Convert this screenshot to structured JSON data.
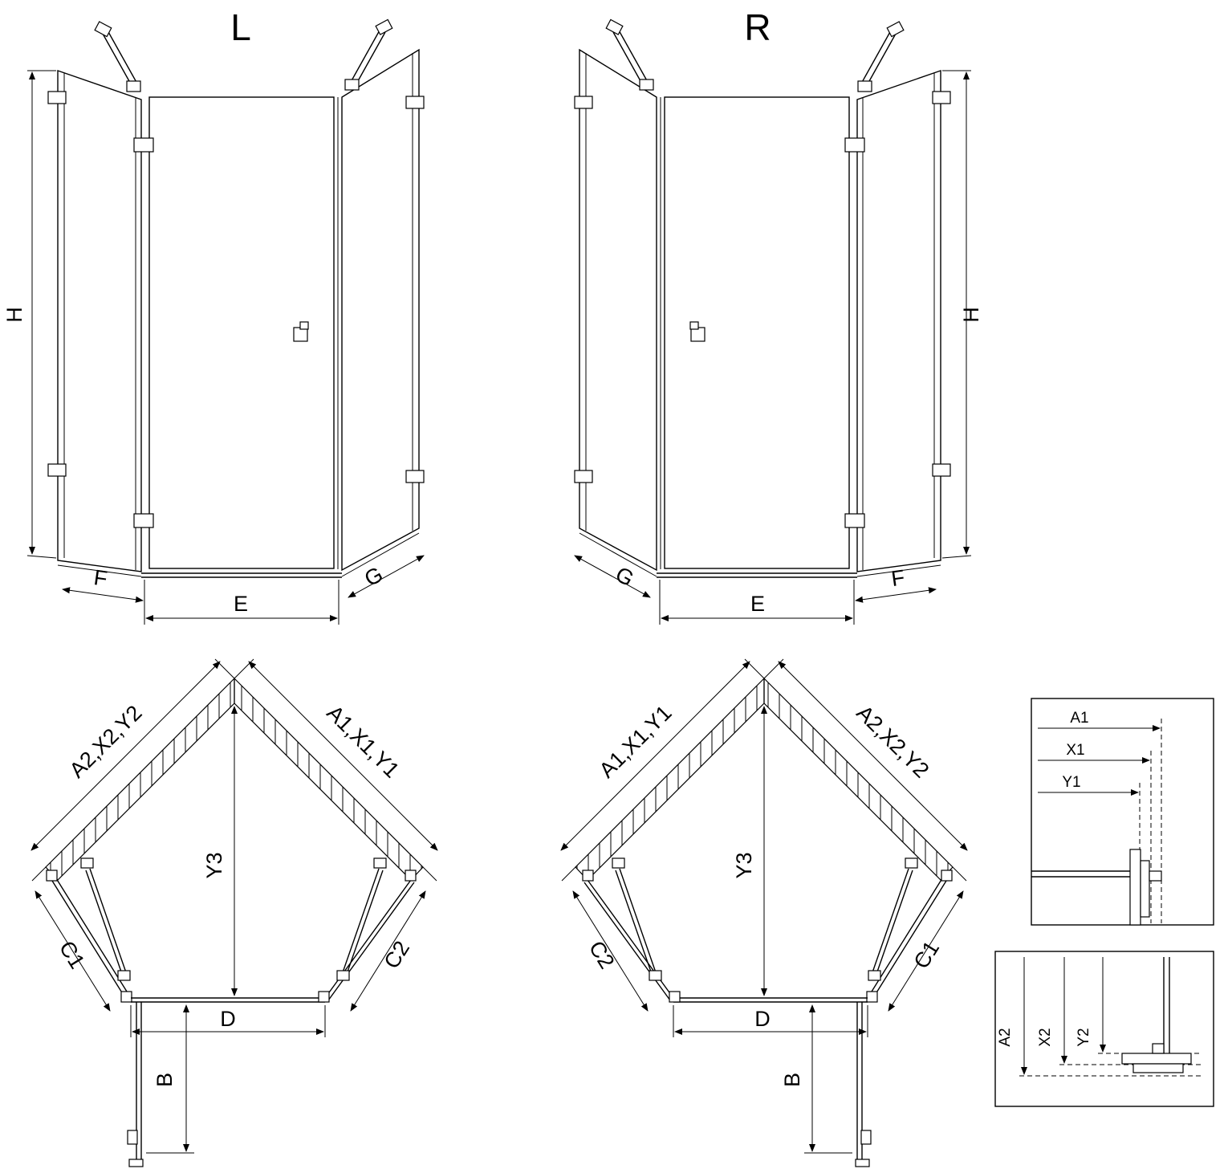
{
  "left_unit": {
    "title": "L",
    "elevation": {
      "height": "H",
      "left": "F",
      "center": "E",
      "right": "G"
    },
    "plan": {
      "upper_left": "A2,X2,Y2",
      "upper_right": "A1,X1,Y1",
      "center_vertical": "Y3",
      "lower_left": "C1",
      "lower_right": "C2",
      "door": "D",
      "swing": "B"
    }
  },
  "right_unit": {
    "title": "R",
    "elevation": {
      "height": "H",
      "left": "G",
      "center": "E",
      "right": "F"
    },
    "plan": {
      "upper_left": "A1,X1,Y1",
      "upper_right": "A2,X2,Y2",
      "center_vertical": "Y3",
      "lower_left": "C2",
      "lower_right": "C1",
      "door": "D",
      "swing": "B"
    }
  },
  "detail_top": {
    "rows": [
      {
        "label": "A1"
      },
      {
        "label": "X1"
      },
      {
        "label": "Y1"
      }
    ]
  },
  "detail_bottom": {
    "rows": [
      {
        "label": "A2"
      },
      {
        "label": "X2"
      },
      {
        "label": "Y2"
      }
    ]
  }
}
